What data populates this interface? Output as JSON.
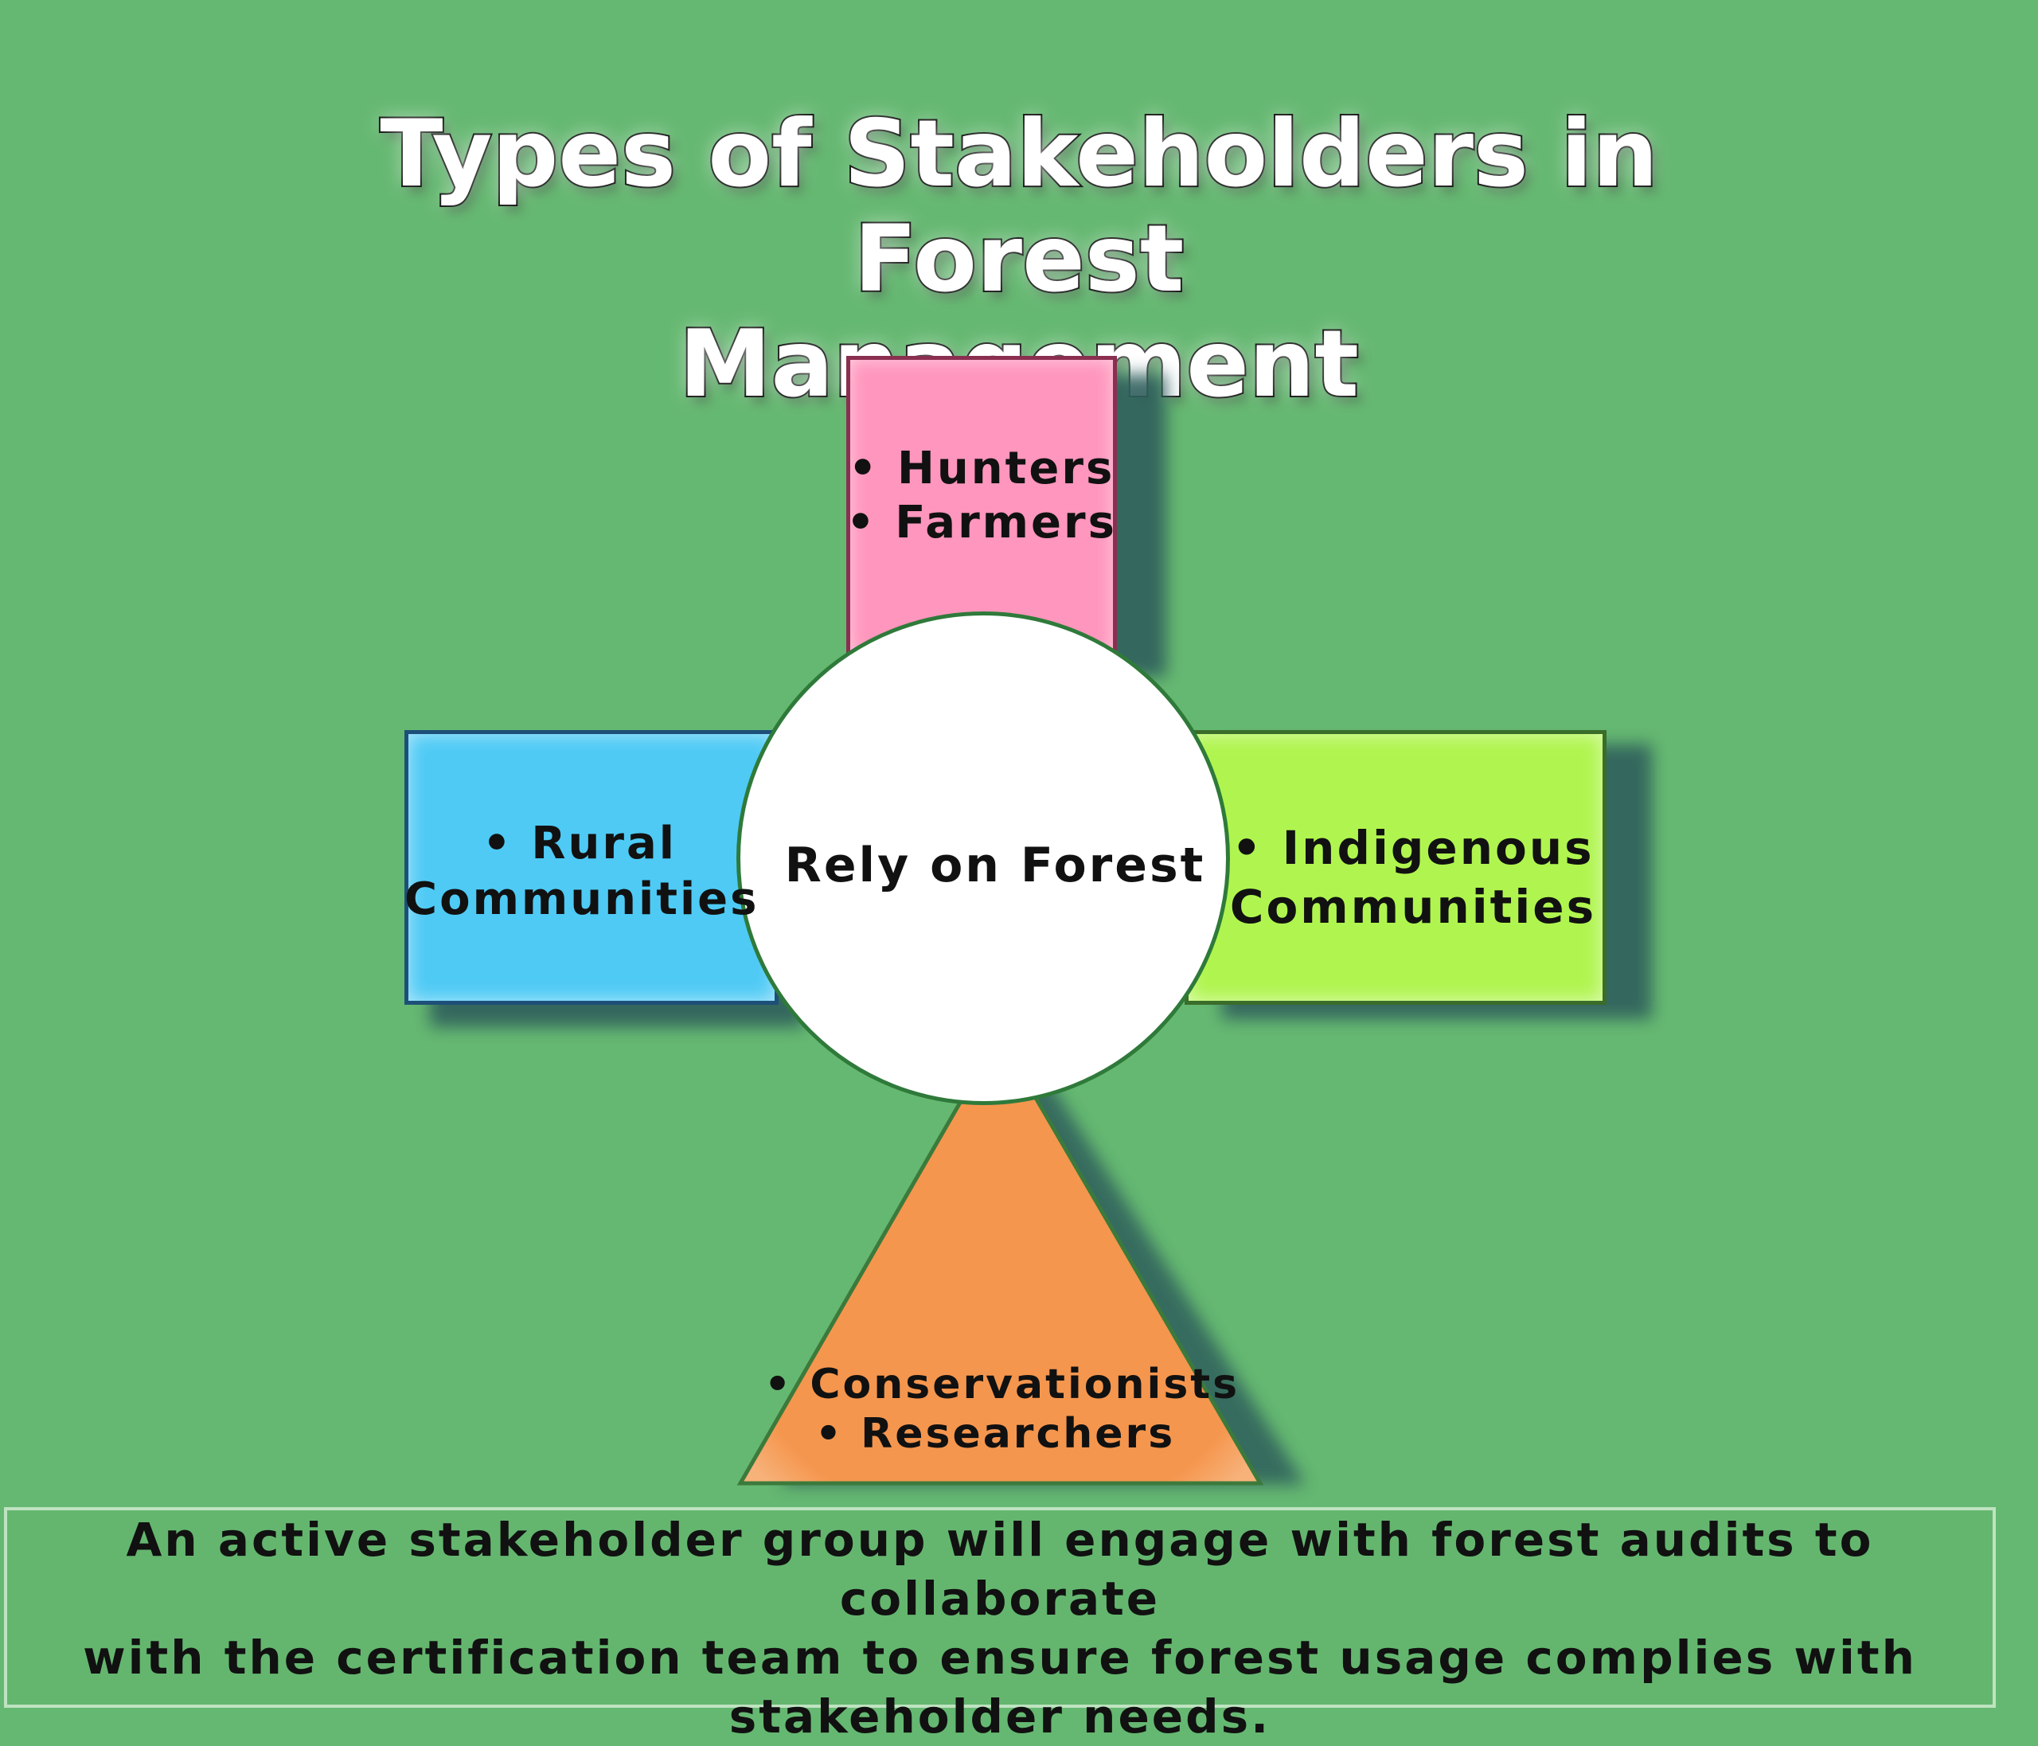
{
  "title": {
    "line1": "Types of Stakeholders in Forest",
    "line2": "Management"
  },
  "center": {
    "label": "Rely on Forest"
  },
  "top_box": {
    "items": [
      "• Hunters",
      "• Farmers"
    ],
    "color": "#ff96bd"
  },
  "left_box": {
    "line1": "• Rural",
    "line2": "Communities",
    "color": "#4ecaf5"
  },
  "right_box": {
    "line1": "• Indigenous",
    "line2": "Communities",
    "color": "#b0f54f"
  },
  "bottom_triangle": {
    "items": [
      "• Conservationists",
      "• Researchers"
    ],
    "color": "#f5964e"
  },
  "footer": {
    "line1": "An active stakeholder group will engage with forest audits to collaborate",
    "line2": "with the certification team to ensure forest usage complies with",
    "line3": "stakeholder needs."
  },
  "background_color": "#65b871"
}
